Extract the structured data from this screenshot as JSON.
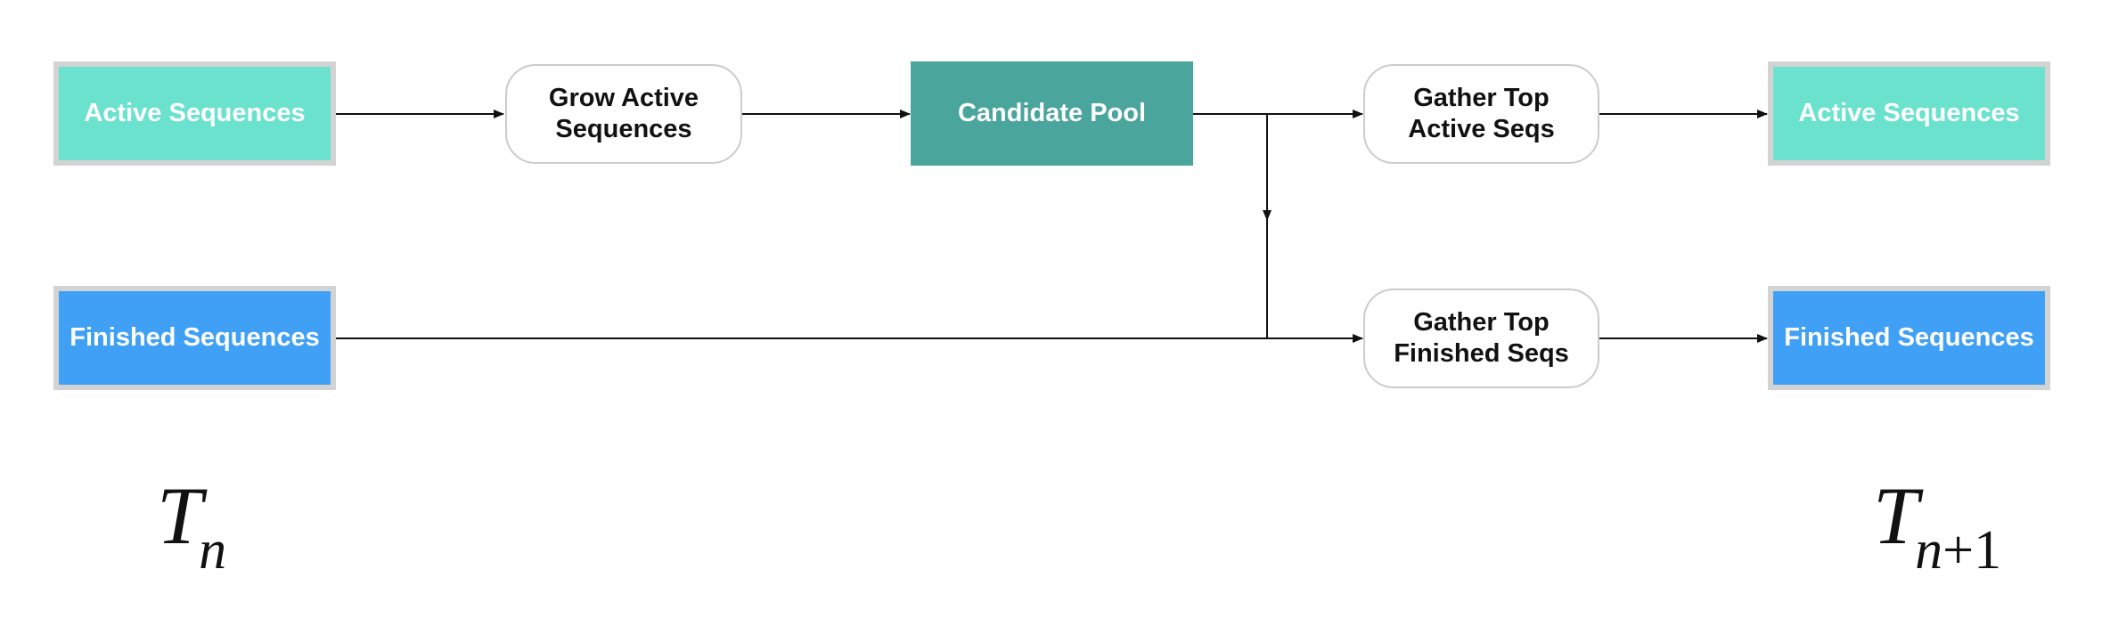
{
  "nodes": {
    "active_in": {
      "label": "Active Sequences",
      "color": "#6be2ce"
    },
    "finished_in": {
      "label": "Finished Sequences",
      "color": "#40a0f5"
    },
    "grow": {
      "label": "Grow Active\nSequences"
    },
    "pool": {
      "label": "Candidate Pool",
      "color": "#4aa59c"
    },
    "gather_active": {
      "label": "Gather Top\nActive Seqs"
    },
    "gather_finished": {
      "label": "Gather Top\nFinished Seqs"
    },
    "active_out": {
      "label": "Active Sequences",
      "color": "#6be2ce"
    },
    "finished_out": {
      "label": "Finished Sequences",
      "color": "#40a0f5"
    }
  },
  "edges": [
    {
      "from": "active_in",
      "to": "grow"
    },
    {
      "from": "grow",
      "to": "pool"
    },
    {
      "from": "pool",
      "to": "gather_active"
    },
    {
      "from": "pool",
      "to": "gather_finished"
    },
    {
      "from": "finished_in",
      "to": "gather_finished"
    },
    {
      "from": "gather_active",
      "to": "active_out"
    },
    {
      "from": "gather_finished",
      "to": "finished_out"
    }
  ],
  "time_labels": {
    "left": {
      "main": "T",
      "sub": "n"
    },
    "right": {
      "main": "T",
      "sub": "n",
      "sub_rest": "+1"
    }
  },
  "colors": {
    "active": "#6be2ce",
    "finished": "#40a0f5",
    "pool": "#4aa59c",
    "state_border": "#d3d3d3",
    "op_border": "#cccccc",
    "line": "#111111"
  }
}
